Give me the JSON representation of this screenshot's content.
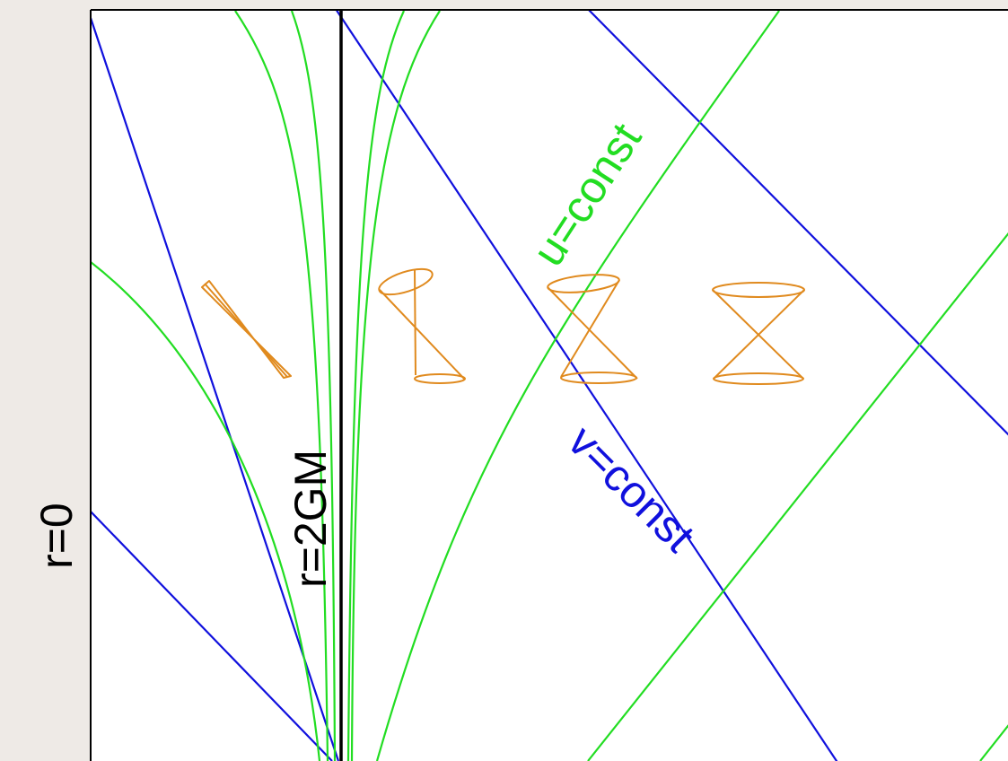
{
  "labels": {
    "r0": "r=0",
    "horizon": "r=2GM",
    "u_const": "u=const",
    "v_const": "v=const"
  },
  "colors": {
    "background": "#eeeae6",
    "plot_background": "#ffffff",
    "frame": "#000000",
    "u_lines": "#22dd22",
    "v_lines": "#1010dd",
    "light_cones": "#e08a1e",
    "horizon_line": "#000000",
    "text": "#000000"
  }
}
